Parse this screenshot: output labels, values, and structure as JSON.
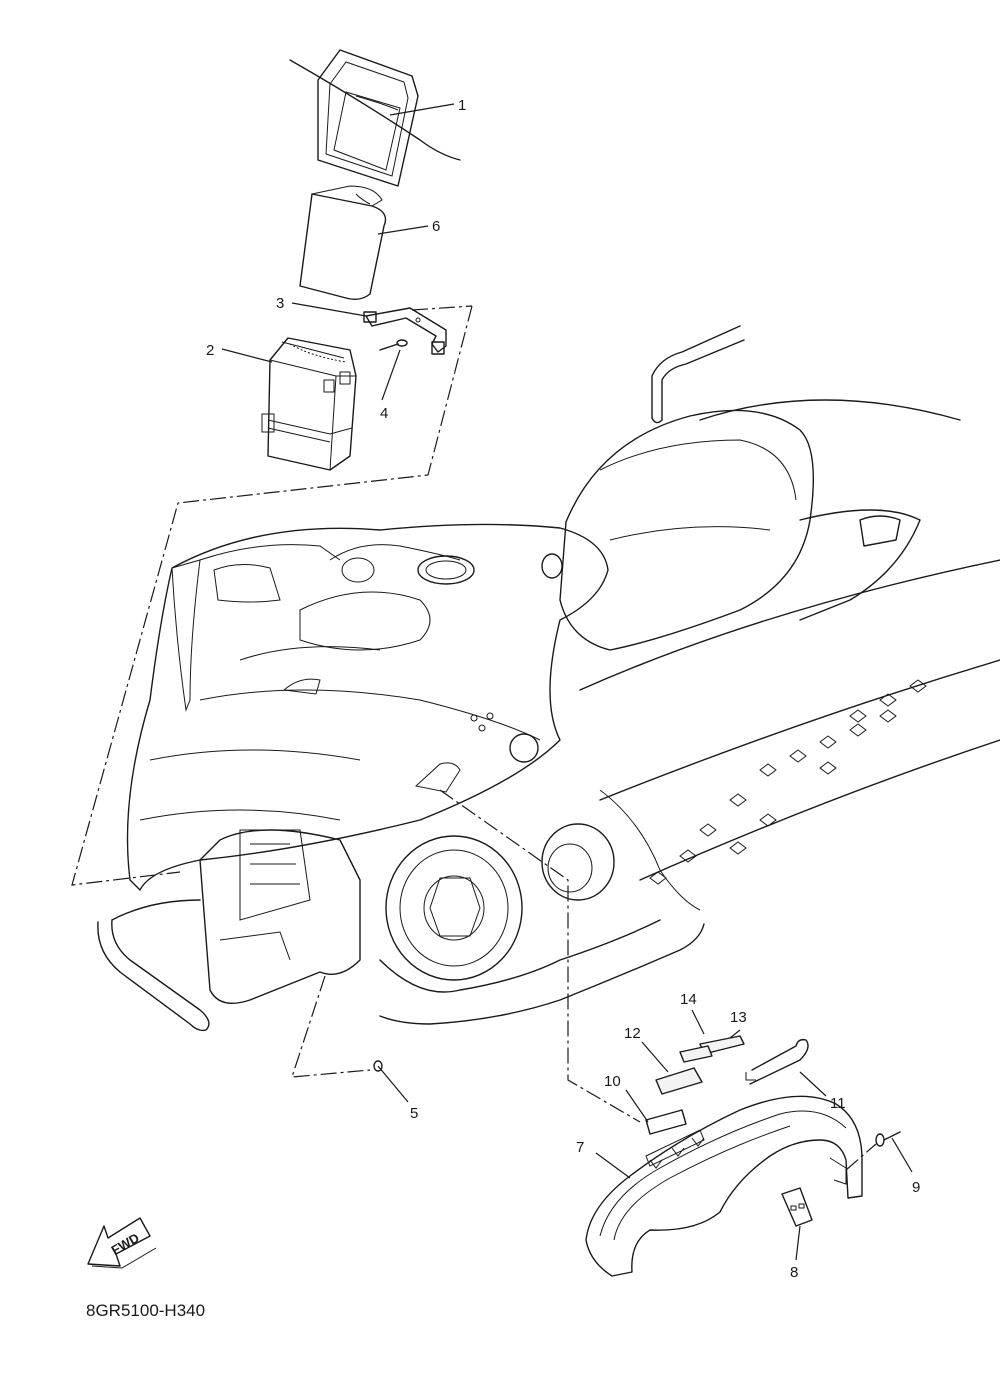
{
  "diagram_code": "8GR5100-H340",
  "fwd_label": "FWD",
  "callouts": {
    "c1": "1",
    "c2": "2",
    "c3": "3",
    "c4": "4",
    "c5": "5",
    "c6": "6",
    "c7": "7",
    "c8": "8",
    "c9": "9",
    "c10": "10",
    "c11": "11",
    "c12": "12",
    "c13": "13",
    "c14": "14"
  }
}
